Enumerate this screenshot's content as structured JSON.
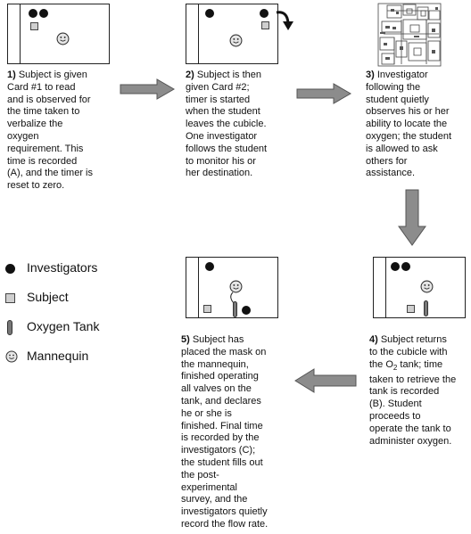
{
  "steps": [
    {
      "num": "1)",
      "lines": [
        "Subject is given",
        "Card #1 to read",
        "and is observed for",
        "the time taken to",
        "verbalize the",
        "oxygen",
        "requirement. This",
        "time is recorded",
        "(A), and the timer is",
        "reset to zero."
      ]
    },
    {
      "num": "2)",
      "lines": [
        "Subject is then",
        "given Card #2;",
        "timer is started",
        "when the student",
        "leaves the cubicle.",
        "One investigator",
        "follows the student",
        "to monitor his or",
        "her destination."
      ]
    },
    {
      "num": "3)",
      "lines": [
        "Investigator",
        "following the",
        "student quietly",
        "observes his or her",
        "ability to locate the",
        "oxygen; the student",
        "is allowed to ask",
        "others for",
        "assistance."
      ]
    },
    {
      "num": "4)",
      "line1": "Subject returns",
      "line2": "to the cubicle with",
      "line3_pre": "the O",
      "line3_sub": "2",
      "line3_post": " tank; time",
      "lines_rest": [
        "taken to retrieve the",
        "tank is recorded",
        "(B). Student",
        "proceeds to",
        "operate the tank to",
        "administer oxygen."
      ]
    },
    {
      "num": "5)",
      "lines": [
        "Subject has",
        "placed the mask on",
        "the mannequin,",
        "finished operating",
        "all valves on the",
        "tank, and declares",
        "he or she is",
        "finished. Final time",
        "is recorded by the",
        "investigators (C);",
        "the student fills out",
        "the post-",
        "experimental",
        "survey, and the",
        "investigators quietly",
        "record the flow rate."
      ]
    }
  ],
  "legend": [
    {
      "icon": "investigator-dot-icon",
      "label": "Investigators"
    },
    {
      "icon": "subject-square-icon",
      "label": "Subject"
    },
    {
      "icon": "oxygen-tank-icon",
      "label": "Oxygen Tank"
    },
    {
      "icon": "mannequin-face-icon",
      "label": "Mannequin"
    }
  ],
  "colors": {
    "arrow_fill": "#8c8c8c",
    "arrow_stroke": "#555555",
    "subject_fill": "#cfcfcf",
    "tank_fill": "#777777"
  }
}
